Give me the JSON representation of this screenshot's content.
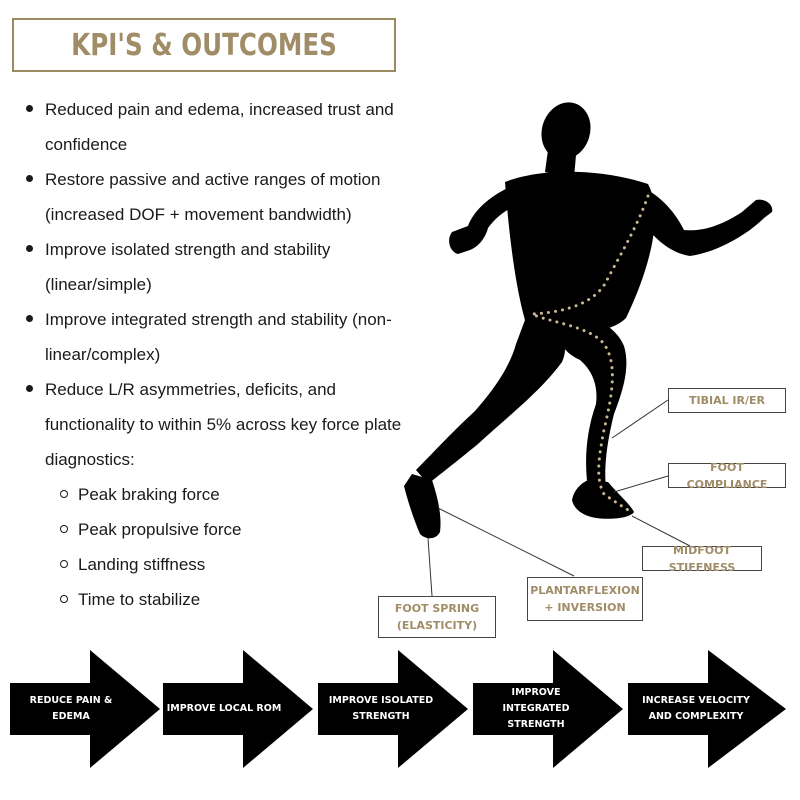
{
  "title": "KPI'S & OUTCOMES",
  "kpis": [
    {
      "text": "Reduced pain and edema, increased trust and confidence"
    },
    {
      "text": "Restore passive and active ranges of motion (increased DOF + movement bandwidth)"
    },
    {
      "text": "Improve isolated strength and stability (linear/simple)"
    },
    {
      "text": "Improve integrated strength and stability (non-linear/complex)"
    },
    {
      "text": "Reduce L/R asymmetries, deficits, and functionality to within 5% across key force plate diagnostics:",
      "subitems": [
        "Peak braking force",
        "Peak propulsive force",
        "Landing stiffness",
        "Time to stabilize"
      ]
    }
  ],
  "callouts": {
    "tibial": "TIBIAL IR/ER",
    "foot_compliance": "FOOT COMPLIANCE",
    "midfoot": "MIDFOOT STIFFNESS",
    "plantarflexion": "PLANTARFLEXION + INVERSION",
    "foot_spring": "FOOT SPRING (ELASTICITY)"
  },
  "steps": [
    "REDUCE PAIN & EDEMA",
    "IMPROVE LOCAL ROM",
    "IMPROVE ISOLATED STRENGTH",
    "IMPROVE INTEGRATED STRENGTH",
    "INCREASE VELOCITY AND COMPLEXITY"
  ],
  "colors": {
    "accent": "#a08d68",
    "silhouette": "#000000",
    "dots": "#c9b88f"
  }
}
